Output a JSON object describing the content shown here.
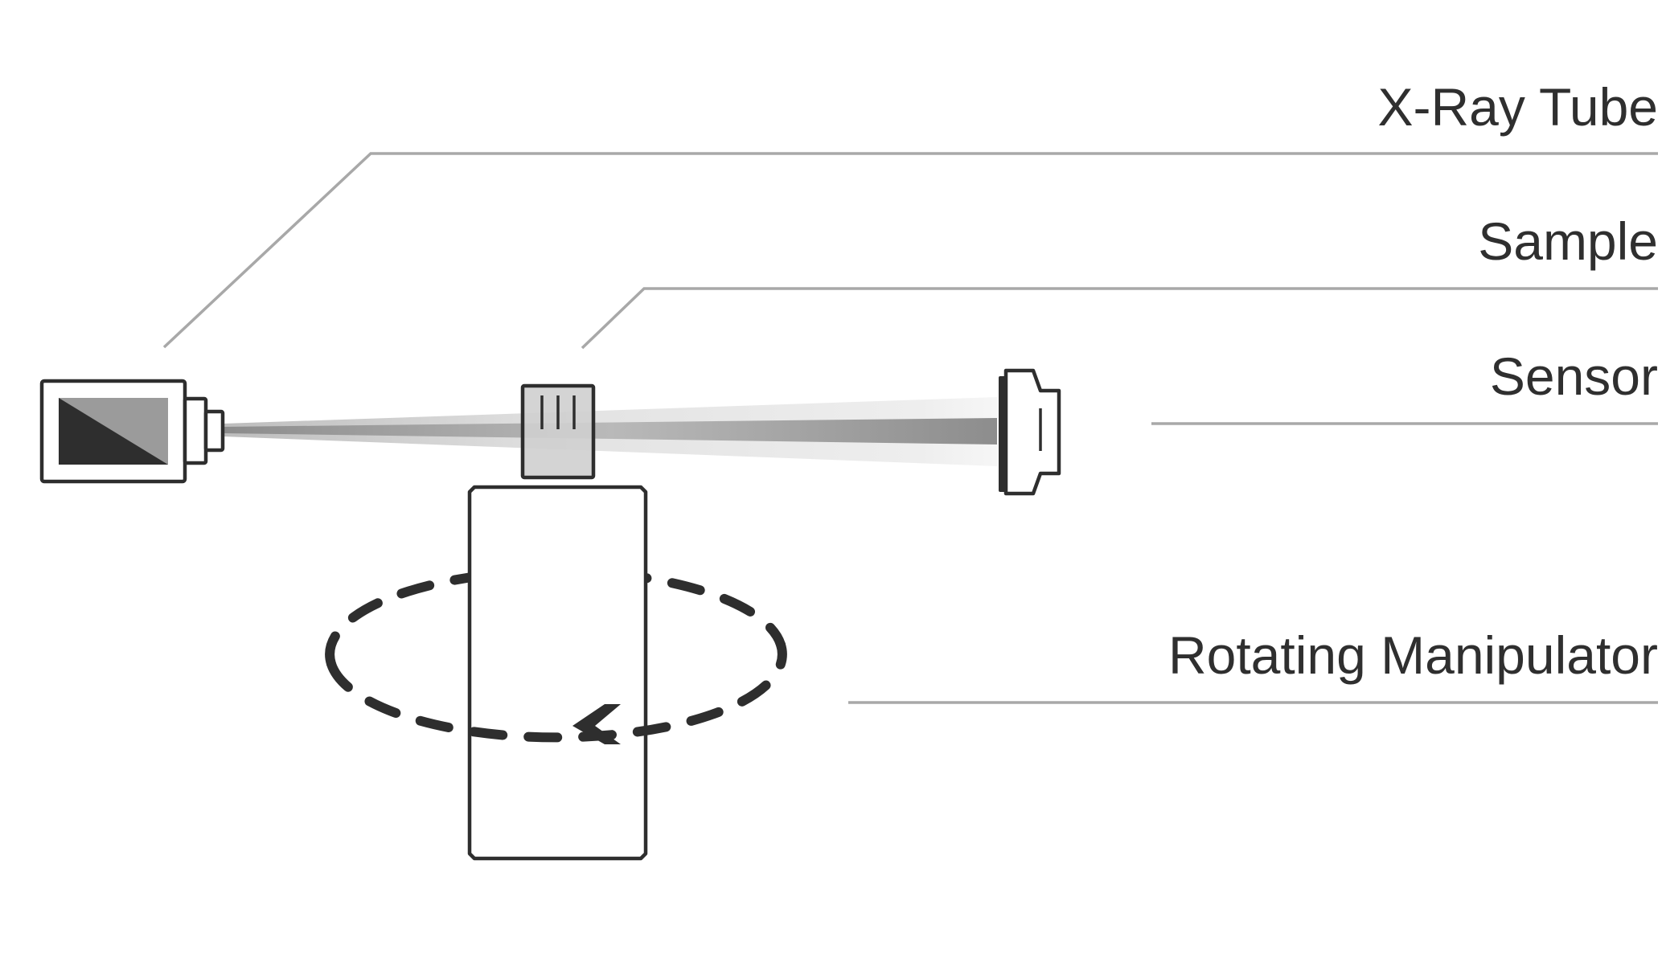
{
  "diagram": {
    "title": "",
    "labels": {
      "xray_tube": "X-Ray Tube",
      "sample": "Sample",
      "sensor": "Sensor",
      "rotating_manipulator": "Rotating Manipulator"
    },
    "rotation_direction": "counterclockwise",
    "colors": {
      "label_text": "#2f2f2f",
      "leader_line": "#a8a8a8",
      "outline": "#2e2e2e",
      "beam_core": "#8a8a8a",
      "beam_halo": "#e6e6e6",
      "sample_fill": "#cfcfcf",
      "tube_window_light": "#9b9b9b",
      "tube_window_dark": "#2e2e2e"
    }
  }
}
